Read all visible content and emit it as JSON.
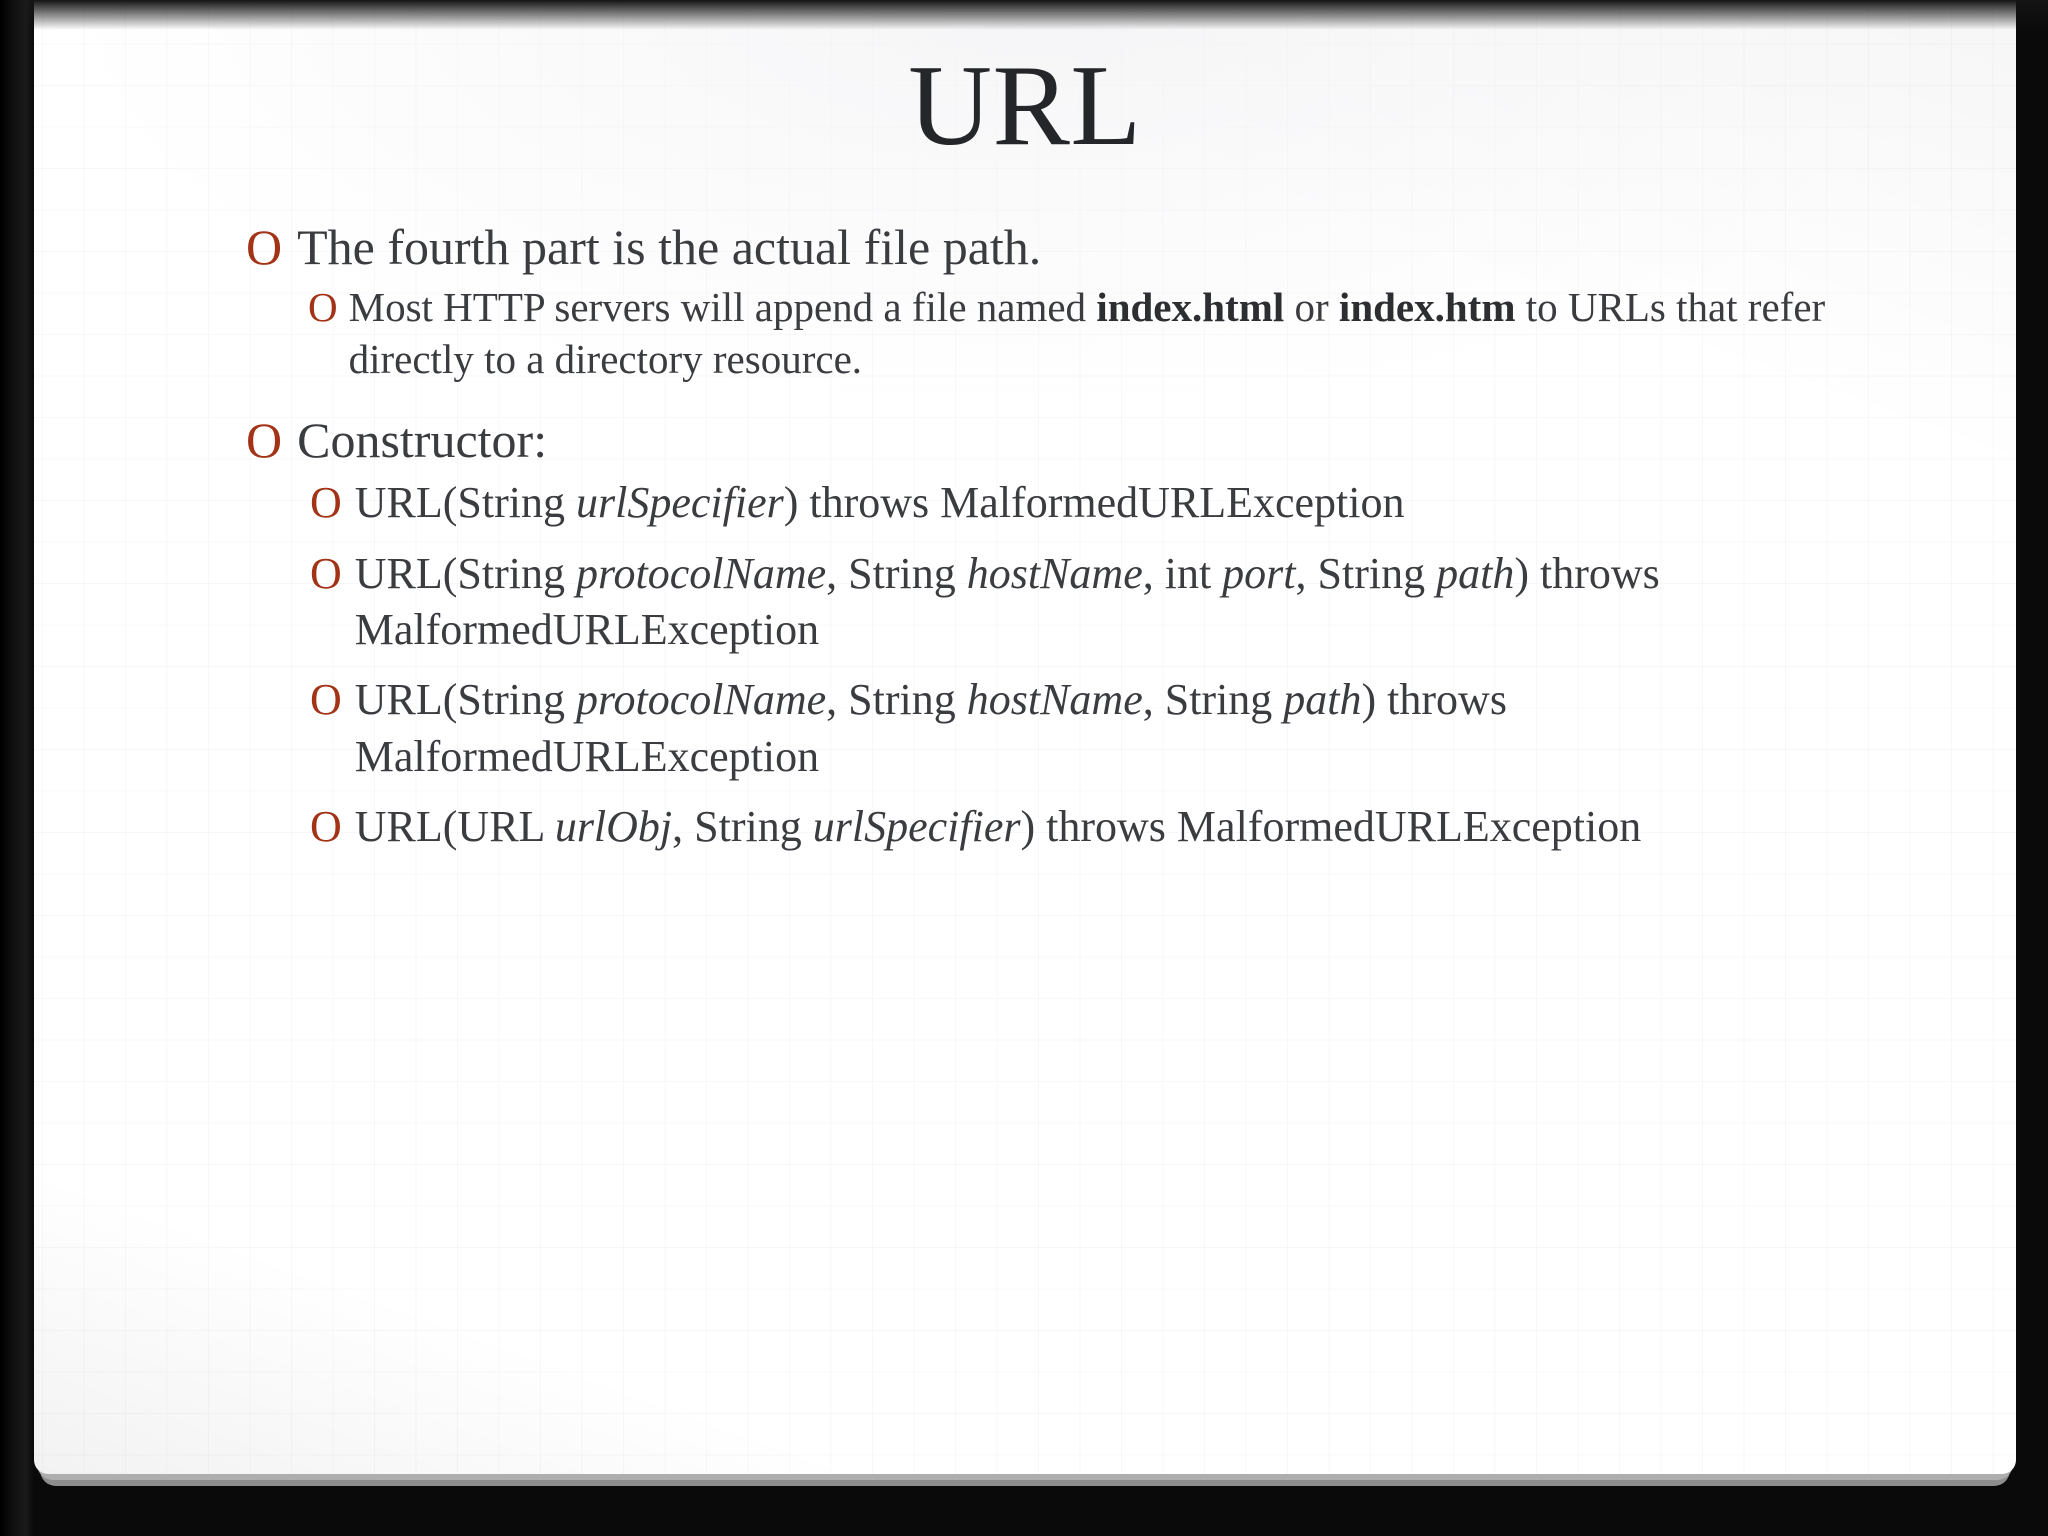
{
  "slide": {
    "title": "URL",
    "bullet_glyph": "O",
    "accent_color": "#A23317",
    "text_color": "#3a3c40",
    "background_color": "#ffffff",
    "frame_color": "#0a0a0a"
  },
  "content": {
    "item_1": {
      "level": 1,
      "text": "The fourth part is the actual file path."
    },
    "item_1_sub_1": {
      "level": 2,
      "parts": [
        {
          "text": "Most HTTP servers will append a file named ",
          "style": "normal"
        },
        {
          "text": "index.html",
          "style": "bold"
        },
        {
          "text": " or ",
          "style": "normal"
        },
        {
          "text": "index.htm",
          "style": "bold"
        },
        {
          "text": " to URLs that refer directly to a directory resource.",
          "style": "normal"
        }
      ],
      "plain": "Most HTTP servers will append a file named index.html or index.htm to URLs that refer directly to a directory resource."
    },
    "item_2": {
      "level": 1,
      "text": "Constructor:"
    },
    "constructors": [
      {
        "id": "ctor-1",
        "parts": [
          {
            "text": "URL(String ",
            "style": "normal"
          },
          {
            "text": "urlSpecifier",
            "style": "italic"
          },
          {
            "text": ") throws MalformedURLException",
            "style": "normal"
          }
        ],
        "plain": "URL(String urlSpecifier) throws MalformedURLException"
      },
      {
        "id": "ctor-2",
        "parts": [
          {
            "text": "URL(String ",
            "style": "normal"
          },
          {
            "text": "protocolName",
            "style": "italic"
          },
          {
            "text": ", String ",
            "style": "normal"
          },
          {
            "text": "hostName",
            "style": "italic"
          },
          {
            "text": ", int ",
            "style": "normal"
          },
          {
            "text": "port",
            "style": "italic"
          },
          {
            "text": ", String ",
            "style": "normal"
          },
          {
            "text": "path",
            "style": "italic"
          },
          {
            "text": ") throws MalformedURLException",
            "style": "normal"
          }
        ],
        "plain": "URL(String protocolName, String hostName, int port, String path) throws MalformedURLException"
      },
      {
        "id": "ctor-3",
        "parts": [
          {
            "text": "URL(String ",
            "style": "normal"
          },
          {
            "text": "protocolName",
            "style": "italic"
          },
          {
            "text": ", String ",
            "style": "normal"
          },
          {
            "text": "hostName",
            "style": "italic"
          },
          {
            "text": ", String ",
            "style": "normal"
          },
          {
            "text": "path",
            "style": "italic"
          },
          {
            "text": ") throws MalformedURLException",
            "style": "normal"
          }
        ],
        "plain": "URL(String protocolName, String hostName, String path) throws MalformedURLException"
      },
      {
        "id": "ctor-4",
        "parts": [
          {
            "text": "URL(URL ",
            "style": "normal"
          },
          {
            "text": "urlObj",
            "style": "italic"
          },
          {
            "text": ", String ",
            "style": "normal"
          },
          {
            "text": "urlSpecifier",
            "style": "italic"
          },
          {
            "text": ") throws MalformedURLException",
            "style": "normal"
          }
        ],
        "plain": "URL(URL urlObj, String urlSpecifier) throws MalformedURLException"
      }
    ]
  }
}
